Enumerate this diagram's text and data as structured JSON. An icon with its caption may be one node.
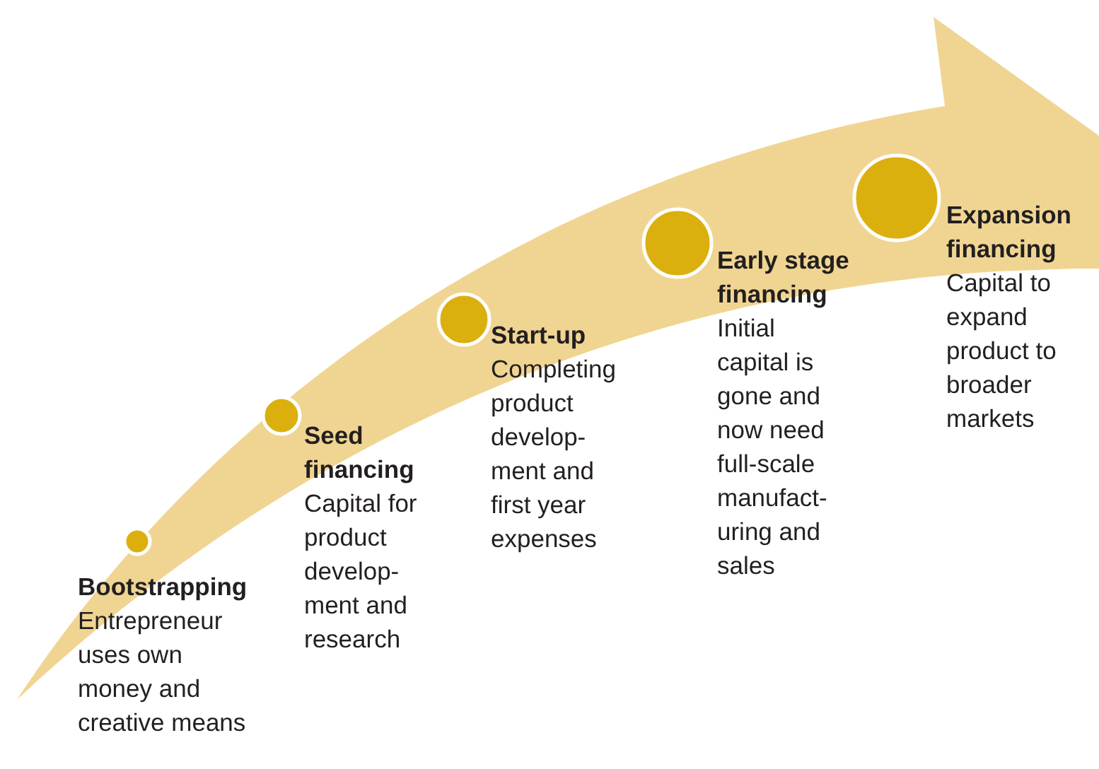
{
  "diagram": {
    "nodes": [
      {
        "text": [],
        "shape": "circle",
        "beside": [
          "Bootstrapping",
          "Entrepreneur uses own money and creative means"
        ]
      },
      {
        "text": [],
        "shape": "circle",
        "beside": [
          "Seed financing",
          "Capital for product develop- ment and research"
        ]
      },
      {
        "text": [],
        "shape": "circle",
        "beside": [
          "Start-up",
          "Completing product develop- ment and first year expenses"
        ]
      },
      {
        "text": [],
        "shape": "circle",
        "beside": [
          "Early stage financing",
          "Initial capital is gone and now need full-scale manufact- uring and sales"
        ]
      },
      {
        "text": [],
        "shape": "circle",
        "beside": [
          "Expansion financing",
          "Capital to expand product to broader markets"
        ]
      }
    ]
  }
}
